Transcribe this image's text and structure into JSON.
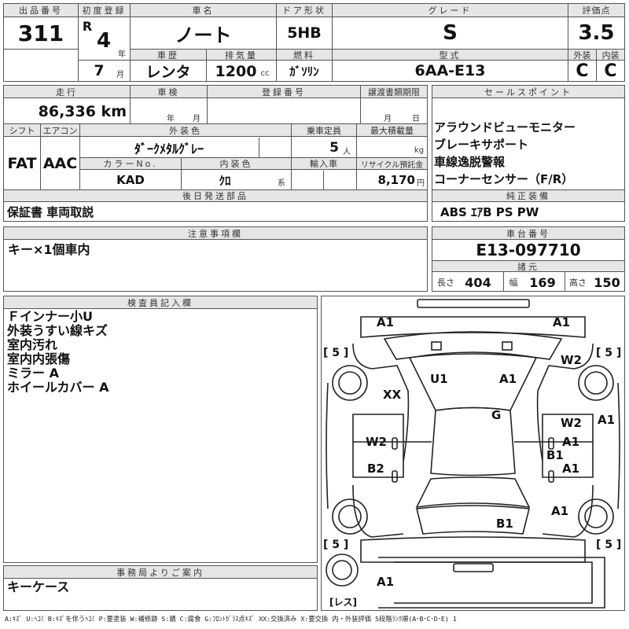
{
  "header": {
    "lot_label": "出品番号",
    "lot_no": "311",
    "first_reg_label": "初度登録",
    "era": "R",
    "year": "4",
    "year_unit": "年",
    "month": "7",
    "month_unit": "月",
    "car_name_label": "車名",
    "car_name": "ノート",
    "history_label": "車歴",
    "history": "レンタ",
    "displacement_label": "排気量",
    "displacement": "1200",
    "displacement_unit": "cc",
    "door_label": "ドア形状",
    "door": "5HB",
    "fuel_label": "燃料",
    "fuel": "ｶﾞｿﾘﾝ",
    "grade_label": "グレード",
    "grade": "S",
    "model_label": "型式",
    "model": "6AA-E13",
    "score_label": "評価点",
    "score": "3.5",
    "exterior_label": "外装",
    "exterior": "C",
    "interior_label": "内装",
    "interior": "C"
  },
  "row2": {
    "mileage_label": "走行",
    "mileage": "86,336 km",
    "inspection_label": "車検",
    "inspection_year_unit": "年",
    "inspection_month_unit": "月",
    "reg_no_label": "登録番号",
    "transfer_label": "譲渡書類期限",
    "transfer_month_unit": "月",
    "transfer_day_unit": "日",
    "shift_label": "シフト",
    "shift": "FAT",
    "ac_label": "エアコン",
    "ac": "AAC",
    "color_label": "外装色",
    "color": "ﾀﾞｰｸﾒﾀﾙｸﾞﾚｰ",
    "capacity_label": "乗車定員",
    "capacity": "5",
    "capacity_unit": "人",
    "load_label": "最大積載量",
    "load_unit": "kg",
    "color_no_label": "カラーNo.",
    "color_no": "KAD",
    "interior_color_label": "内装色",
    "interior_color": "ｸﾛ",
    "interior_color_suffix": "系",
    "import_label": "輸入車",
    "recycle_label": "リサイクル預託金",
    "recycle": "8,170",
    "recycle_unit": "円"
  },
  "sales_points": {
    "label": "セールスポイント",
    "items": [
      "アラウンドビューモニター",
      "ブレーキサポート",
      "車線逸脱警報",
      "コーナーセンサー（F/R）"
    ]
  },
  "later_parts": {
    "label": "後日発送部品",
    "value": "保証書 車両取説"
  },
  "equipment": {
    "label": "純正装備",
    "value": "ABS ｴｱB PS PW"
  },
  "notes": {
    "label": "注意事項欄",
    "value": "キー×1個車内"
  },
  "chassis": {
    "label": "車台番号",
    "value": "E13-097710",
    "dims_label": "諸元",
    "length_label": "長さ",
    "length": "404",
    "width_label": "幅",
    "width": "169",
    "height_label": "高さ",
    "height": "150"
  },
  "inspector": {
    "label": "検査員記入欄",
    "lines": [
      "Ｆインナー小U",
      "外装うすい線キズ",
      "室内汚れ",
      "室内内張傷",
      "ミラー A",
      "ホイールカバー A"
    ]
  },
  "office": {
    "label": "事務局よりご案内",
    "value": "キーケース"
  },
  "diagram": {
    "labels": [
      "A1",
      "A1",
      "W2",
      "U1",
      "A1",
      "XX",
      "G",
      "W2",
      "A1",
      "W2",
      "A1",
      "B1",
      "B2",
      "A1",
      "A1",
      "B1",
      "A1"
    ],
    "tire_marks": [
      "[ 5 ]",
      "[ 5 ]",
      "[ 5 ]",
      "[ 5 ]"
    ],
    "spare_label": "[レス]"
  },
  "legend": "A:ｷｽﾞ U:ﾍｺﾐ B:ｷｽﾞを伴うﾍｺﾐ P:要塗装 W:補修跡 S:錆 C:腐食 G:ﾌﾛﾝﾄｶﾞﾗｽ点ｷｽﾞ XX:交換済み X:要交換 内・外装評価 5段階ﾗﾝｸ順(A･B･C･D･E) 1"
}
